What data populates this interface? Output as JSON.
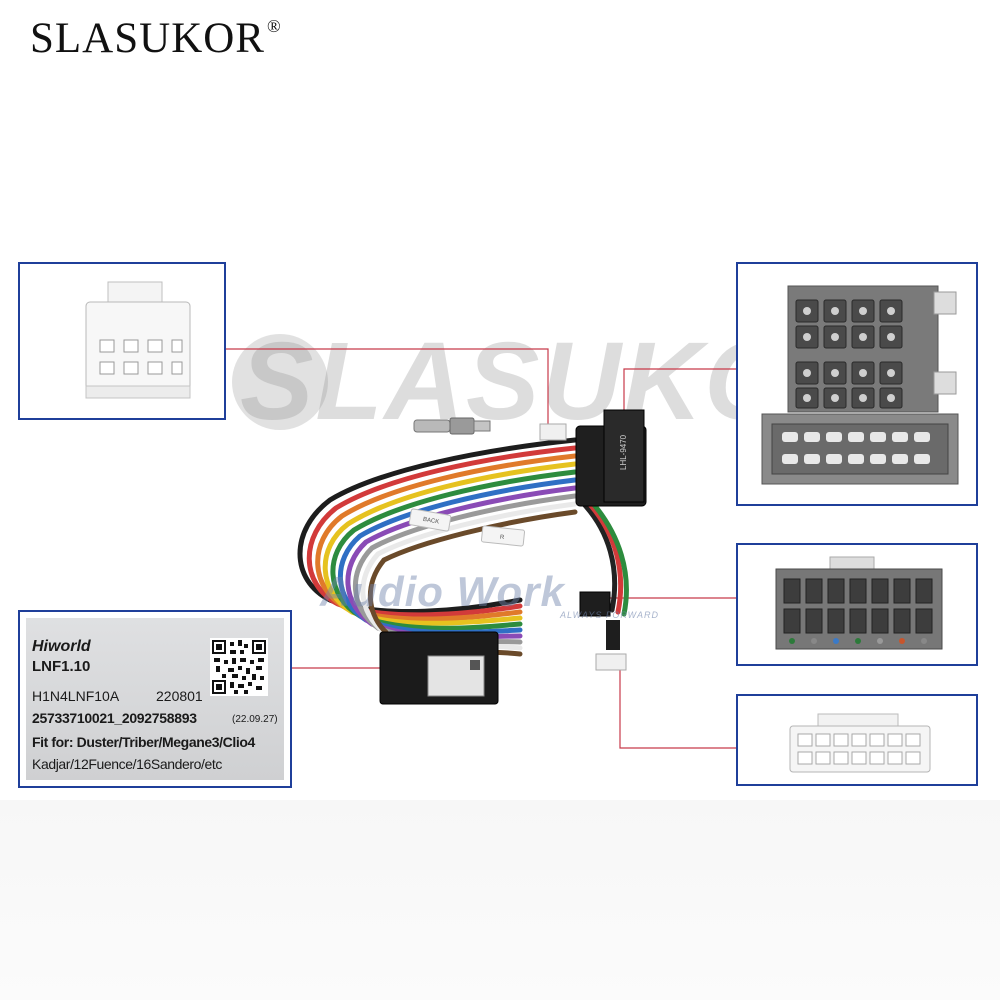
{
  "brand": {
    "name": "SLASUKOR",
    "registered_mark": "®"
  },
  "watermark": {
    "text": "SLASUKOR"
  },
  "overlay_logo": {
    "text": "Audio Work",
    "tagline": "ALWAYS FORWARD"
  },
  "harness": {
    "connector_marking": "LHL-9470",
    "wire_tag_back": "BACK",
    "wire_tag_right": "R"
  },
  "product_label": {
    "brand": "Hiworld",
    "model": "LNF1.10",
    "code": "H1N4LNF10A",
    "date_code": "220801",
    "serial": "25733710021_2092758893",
    "serial_date": "(22.09.27)",
    "fit_line1": "Fit for: Duster/Triber/Megane3/Clio4",
    "fit_line2": "Kadjar/12Fuence/16Sandero/etc"
  },
  "colors": {
    "frame_blue": "#1f3f9a",
    "leader_red": "#c83a4a",
    "connector_grey": "#6b6b6b",
    "module_black": "#1b1b1b"
  }
}
